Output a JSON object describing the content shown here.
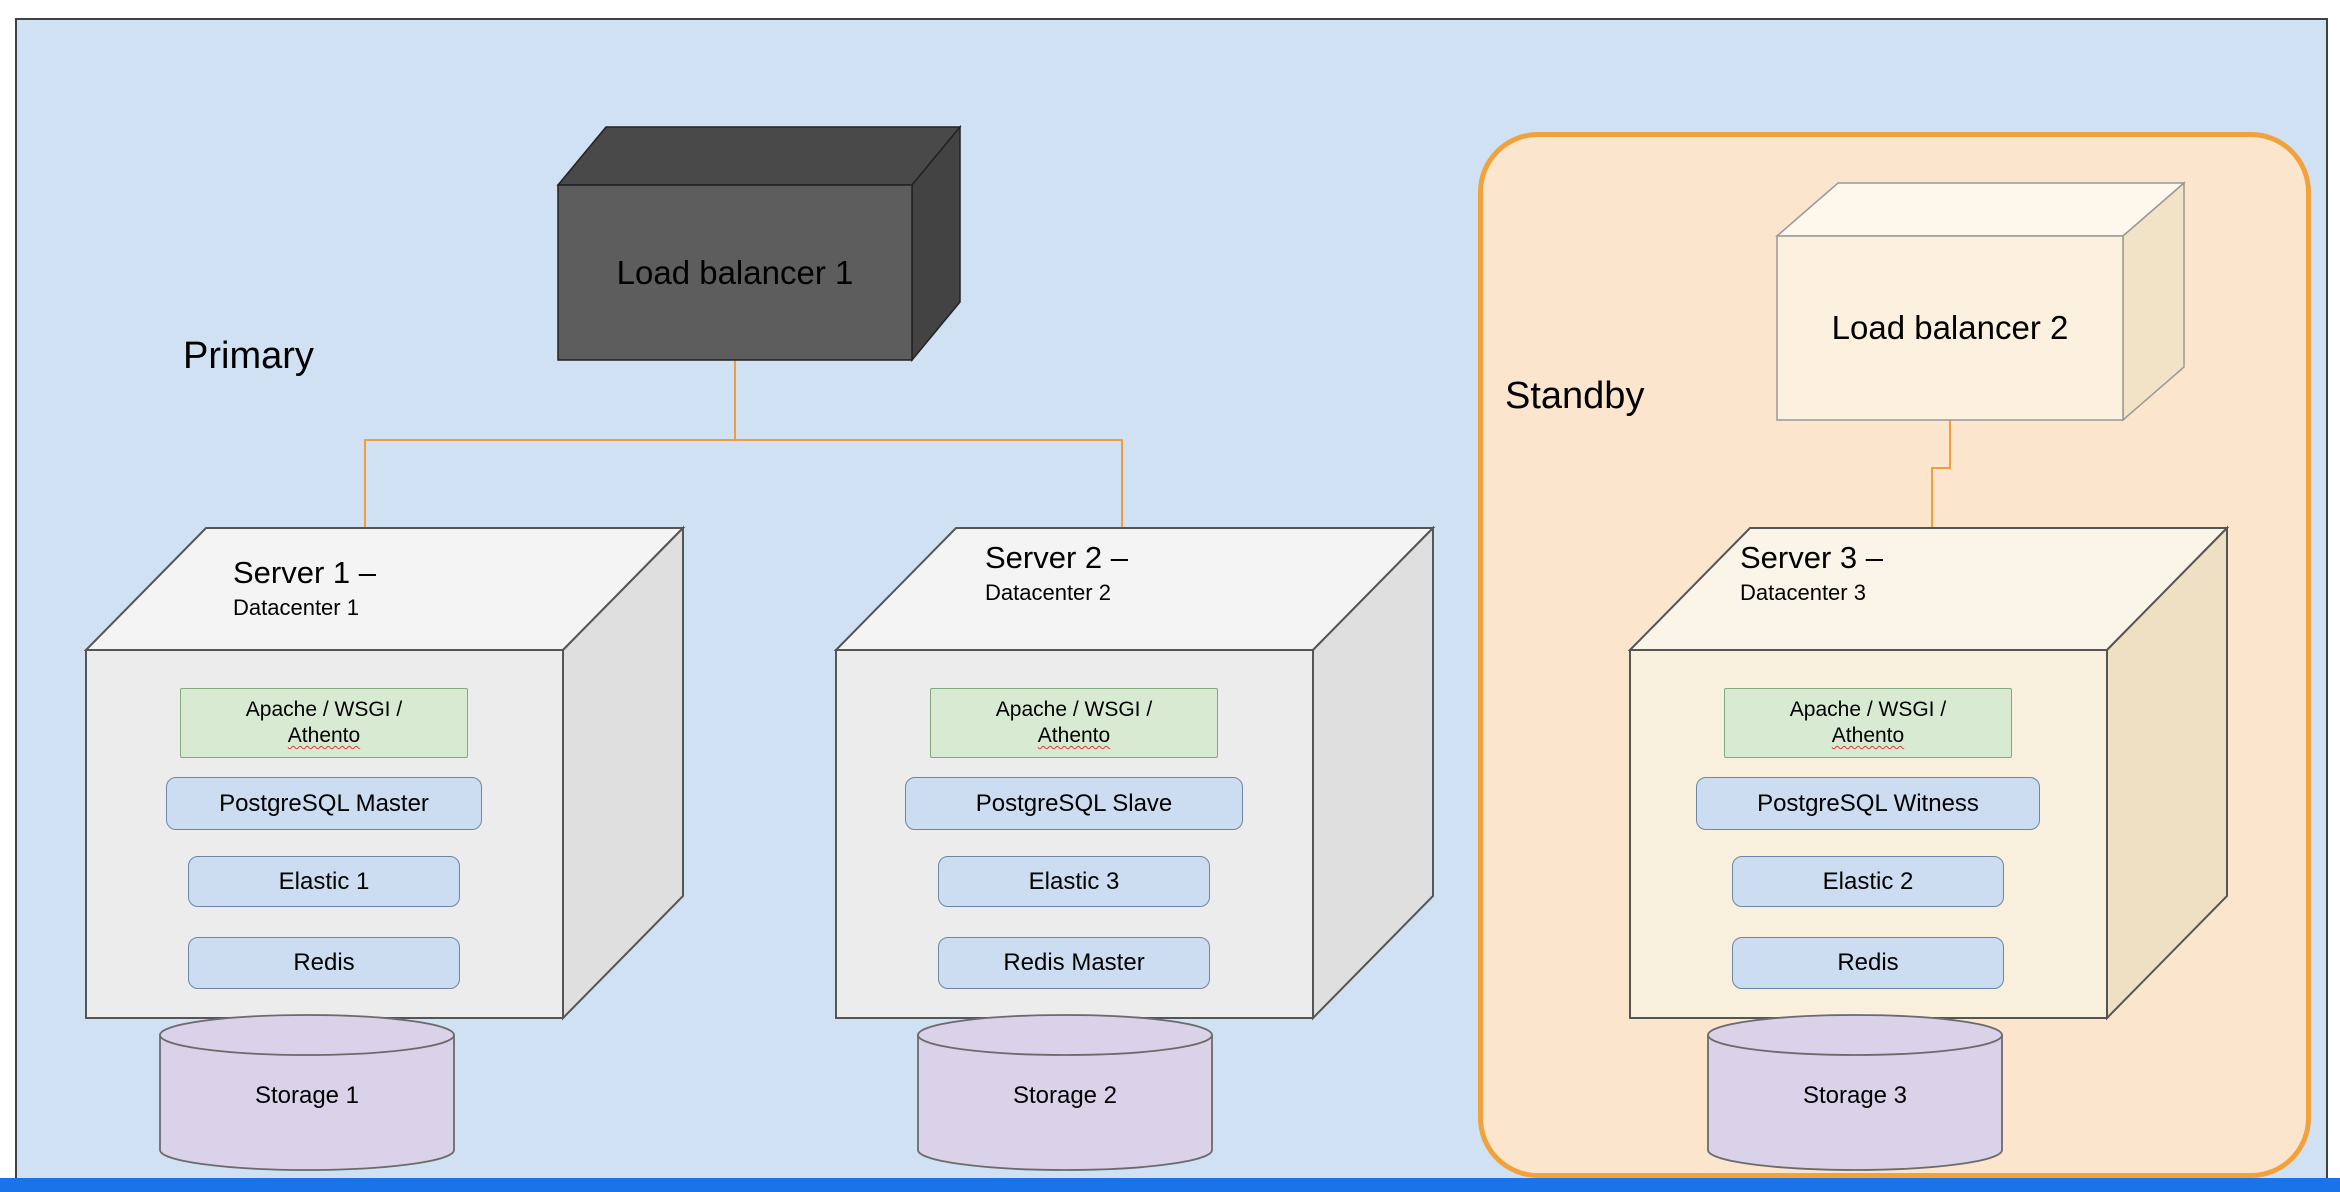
{
  "page": {
    "canvas_color": "#cfe1f2",
    "bottom_bar_color": "#1a73e8"
  },
  "regions": {
    "primary": "Primary",
    "standby": "Standby",
    "standby_fill": "#fce5cd",
    "standby_border": "#f1a23c"
  },
  "load_balancers": [
    {
      "label": "Load balancer 1"
    },
    {
      "label": "Load balancer 2"
    }
  ],
  "servers": [
    {
      "title": "Server 1 –",
      "subtitle": "Datacenter 1",
      "app": {
        "line1": "Apache / WSGI /",
        "line2": "Athento"
      },
      "database": "PostgreSQL Master",
      "search": "Elastic 1",
      "cache": "Redis",
      "storage": "Storage 1"
    },
    {
      "title": "Server 2 –",
      "subtitle": "Datacenter 2",
      "app": {
        "line1": "Apache / WSGI /",
        "line2": "Athento"
      },
      "database": "PostgreSQL Slave",
      "search": "Elastic 3",
      "cache": "Redis Master",
      "storage": "Storage 2"
    },
    {
      "title": "Server 3 –",
      "subtitle": "Datacenter 3",
      "app": {
        "line1": "Apache / WSGI /",
        "line2": "Athento"
      },
      "database": "PostgreSQL Witness",
      "search": "Elastic 2",
      "cache": "Redis",
      "storage": "Storage 3"
    }
  ],
  "colors": {
    "connector": "#ef9d3f",
    "lb1_front": "#5d5d5d",
    "lb1_top": "#494949",
    "lb1_side": "#434343",
    "lb2_front": "#fbf1de",
    "server_front": "#ececec",
    "server3_front": "#f8efdd",
    "chip_blue_fill": "#cdddf1",
    "chip_green_fill": "#d9ead3",
    "storage_fill": "#d9d2e9"
  }
}
